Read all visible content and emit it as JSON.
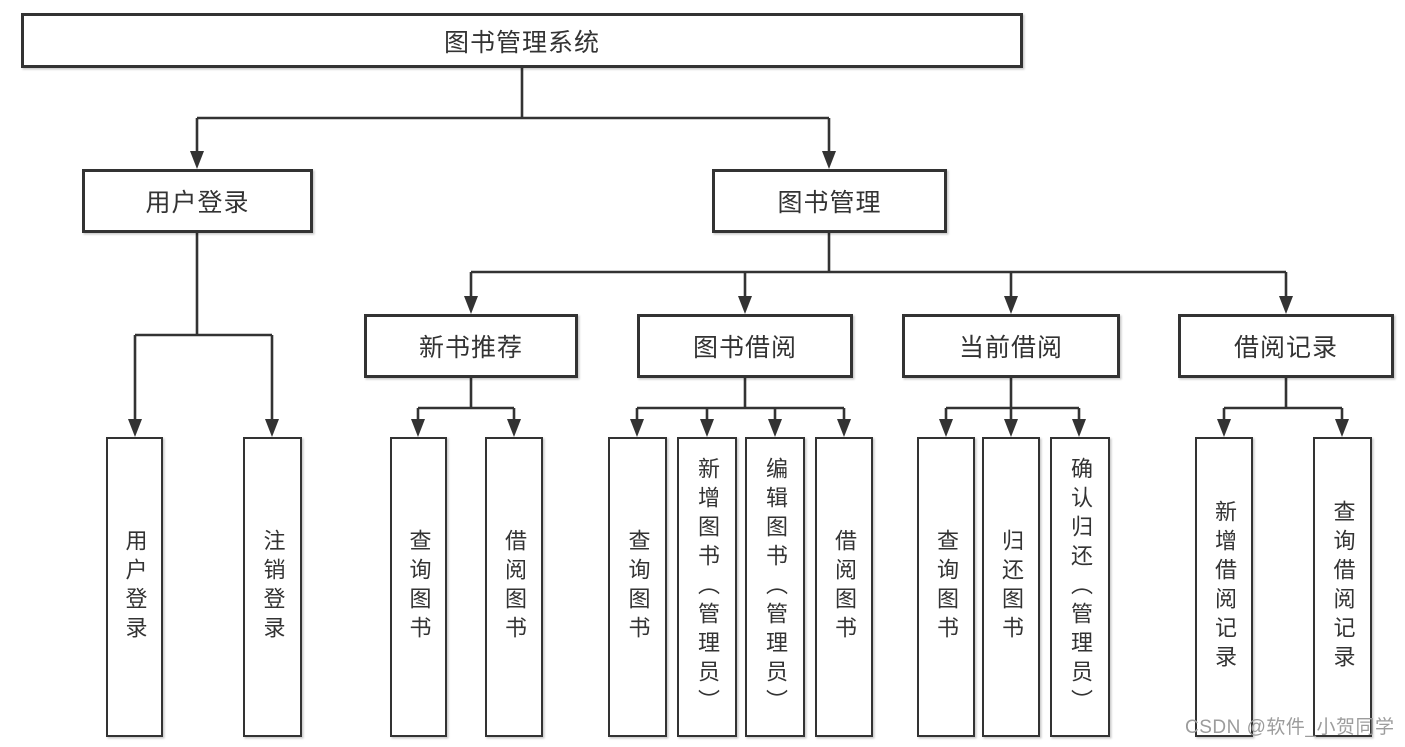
{
  "tree": {
    "label": "图书管理系统",
    "children": [
      {
        "label": "用户登录",
        "children": [
          {
            "label": "用户登录"
          },
          {
            "label": "注销登录"
          }
        ]
      },
      {
        "label": "图书管理",
        "children": [
          {
            "label": "新书推荐",
            "children": [
              {
                "label": "查询图书"
              },
              {
                "label": "借阅图书"
              }
            ]
          },
          {
            "label": "图书借阅",
            "children": [
              {
                "label": "查询图书"
              },
              {
                "label": "新增图书（管理员）"
              },
              {
                "label": "编辑图书（管理员）"
              },
              {
                "label": "借阅图书"
              }
            ]
          },
          {
            "label": "当前借阅",
            "children": [
              {
                "label": "查询图书"
              },
              {
                "label": "归还图书"
              },
              {
                "label": "确认归还（管理员）"
              }
            ]
          },
          {
            "label": "借阅记录",
            "children": [
              {
                "label": "新增借阅记录"
              },
              {
                "label": "查询借阅记录"
              }
            ]
          }
        ]
      }
    ]
  },
  "watermark": {
    "text": "CSDN @软件_小贺同学",
    "color": "#9c9c9c"
  },
  "colors": {
    "line": "#333333",
    "box_border": "#333333",
    "text": "#333333",
    "background": "#ffffff"
  }
}
